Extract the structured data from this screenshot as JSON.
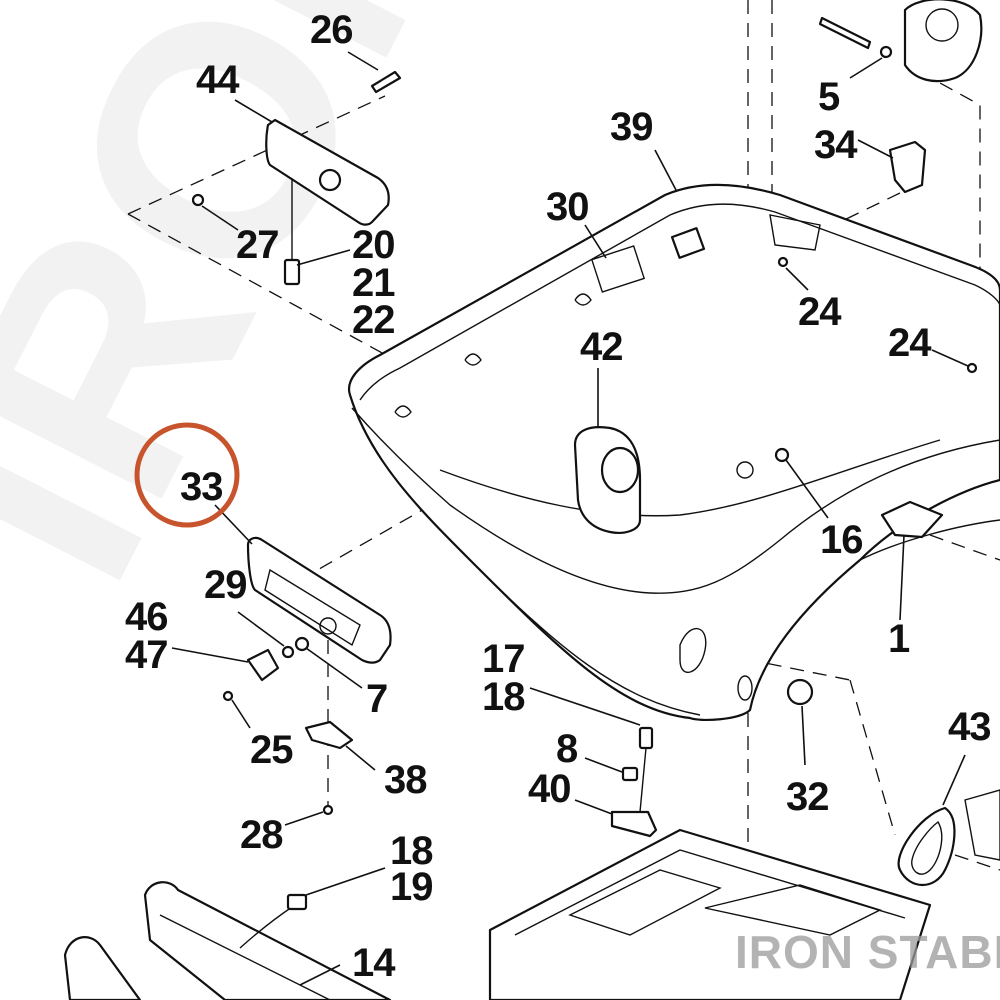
{
  "diagram": {
    "watermark_text": "IRON",
    "footer_watermark": "IRON STABLE",
    "highlight_color": "#c8542d",
    "highlighted_part": "33",
    "callouts": {
      "c26": "26",
      "c44": "44",
      "c27": "27",
      "c20": "20",
      "c21": "21",
      "c22": "22",
      "c39": "39",
      "c30": "30",
      "c5": "5",
      "c34": "34",
      "c24a": "24",
      "c24b": "24",
      "c42": "42",
      "c16": "16",
      "c1": "1",
      "c33": "33",
      "c29": "29",
      "c46": "46",
      "c47": "47",
      "c7": "7",
      "c25": "25",
      "c38": "38",
      "c28": "28",
      "c17": "17",
      "c18a": "18",
      "c8": "8",
      "c40": "40",
      "c32": "32",
      "c43": "43",
      "c18b": "18",
      "c19": "19",
      "c14": "14"
    }
  }
}
